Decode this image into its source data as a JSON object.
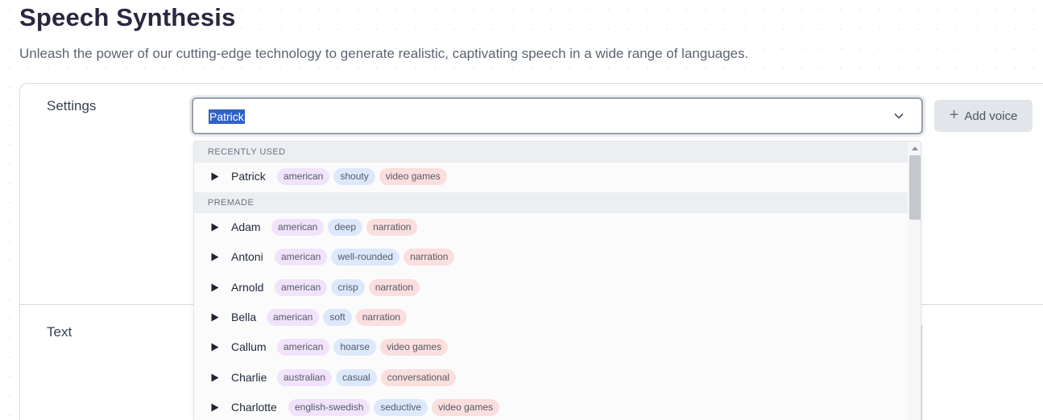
{
  "header": {
    "title": "Speech Synthesis",
    "subtitle": "Unleash the power of our cutting-edge technology to generate realistic, captivating speech in a wide range of languages."
  },
  "settings": {
    "label": "Settings",
    "selected_voice": "Patrick",
    "chevron_icon": "chevron-down-icon",
    "add_voice_label": "Add voice",
    "add_voice_icon": "plus-icon"
  },
  "text_section": {
    "label": "Text"
  },
  "dropdown": {
    "recently_used_header": "RECENTLY USED",
    "premade_header": "PREMADE",
    "recently_used": [
      {
        "name": "Patrick",
        "accent": "american",
        "trait": "shouty",
        "use": "video games"
      }
    ],
    "premade": [
      {
        "name": "Adam",
        "accent": "american",
        "trait": "deep",
        "use": "narration"
      },
      {
        "name": "Antoni",
        "accent": "american",
        "trait": "well-rounded",
        "use": "narration"
      },
      {
        "name": "Arnold",
        "accent": "american",
        "trait": "crisp",
        "use": "narration"
      },
      {
        "name": "Bella",
        "accent": "american",
        "trait": "soft",
        "use": "narration"
      },
      {
        "name": "Callum",
        "accent": "american",
        "trait": "hoarse",
        "use": "video games"
      },
      {
        "name": "Charlie",
        "accent": "australian",
        "trait": "casual",
        "use": "conversational"
      },
      {
        "name": "Charlotte",
        "accent": "english-swedish",
        "trait": "seductive",
        "use": "video games"
      }
    ]
  },
  "colors": {
    "title": "#2a2740",
    "selection_highlight": "#2f62c9",
    "tag_accent": "#f1e3fb",
    "tag_trait": "#dde9fb",
    "tag_use": "#fbdede"
  }
}
